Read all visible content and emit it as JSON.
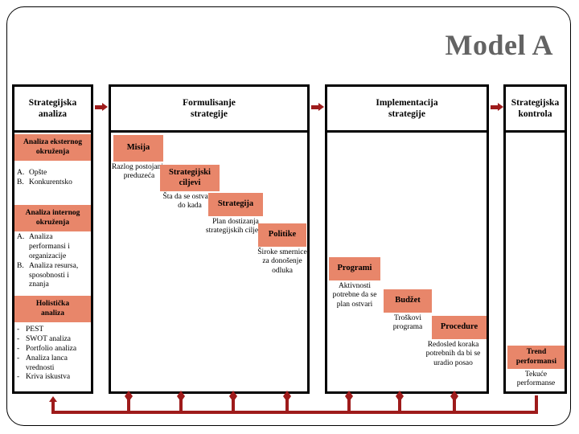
{
  "slide": {
    "title": "Model A",
    "title_color": "#636363",
    "accent_color": "#E8866A",
    "arrow_color": "#9E1B1B",
    "border_color": "#000000"
  },
  "columns": [
    {
      "id": "strategijska-analiza",
      "header": "Strategijska\nanaliza"
    },
    {
      "id": "formulisanje-strategije",
      "header": "Formulisanje\nstrategije"
    },
    {
      "id": "implementacija-strategije",
      "header": "Implementacija\nstrategije"
    },
    {
      "id": "strategijska-kontrola",
      "header": "Strategijska\nkontrola"
    }
  ],
  "column_headers": {
    "c1_line1": "Strategijska",
    "c1_line2": "analiza",
    "c2_line1": "Formulisanje",
    "c2_line2": "strategije",
    "c3_line1": "Implementacija",
    "c3_line2": "strategije",
    "c4_line1": "Strategijska",
    "c4_line2": "kontrola"
  },
  "analysis_column": {
    "blocks": [
      {
        "title_line1": "Analiza eksternog",
        "title_line2": "okruženja",
        "items": [
          {
            "marker": "A.",
            "text": "Opšte"
          },
          {
            "marker": "B.",
            "text": "Konkurentsko"
          }
        ]
      },
      {
        "title_line1": "Analiza internog",
        "title_line2": "okruženja",
        "items": [
          {
            "marker": "A.",
            "text": "Analiza performansi i organizacije"
          },
          {
            "marker": "B.",
            "text": "Analiza resursa, sposobnosti i znanja"
          }
        ]
      },
      {
        "title_line1": "Holistička",
        "title_line2": "analiza",
        "items": [
          {
            "marker": "-",
            "text": "PEST"
          },
          {
            "marker": "-",
            "text": "SWOT analiza"
          },
          {
            "marker": "-",
            "text": "Portfolio analiza"
          },
          {
            "marker": "-",
            "text": "Analiza lanca vrednosti"
          },
          {
            "marker": "-",
            "text": "Kriva iskustva"
          }
        ]
      }
    ]
  },
  "formulation_column": {
    "steps": [
      {
        "label": "Misija",
        "caption": "Razlog postojanja preduzeća"
      },
      {
        "label": "Strategijski ciljevi",
        "caption": "Šta da se ostvari i do kada"
      },
      {
        "label": "Strategija",
        "caption": "Plan dostizanja strategijskih ciljeva"
      },
      {
        "label": "Politike",
        "caption": "Široke smernice za donošenje odluka"
      }
    ]
  },
  "implementation_column": {
    "steps": [
      {
        "label": "Programi",
        "caption": "Aktivnosti potrebne da se plan ostvari"
      },
      {
        "label": "Budžet",
        "caption": "Troškovi programa"
      },
      {
        "label": "Procedure",
        "caption": "Redosled koraka potrebnih da bi se uradio posao"
      }
    ]
  },
  "control_column": {
    "steps": [
      {
        "label": "Trend performansi",
        "caption": "Tekuće performanse"
      }
    ]
  },
  "flow_arrows": {
    "count": 3,
    "direction": "right",
    "label": "stage-flow-arrow"
  },
  "feedback_loop": {
    "label": "feedback-loop",
    "up_arrow_count": 1,
    "down_arrow_count": 7
  }
}
